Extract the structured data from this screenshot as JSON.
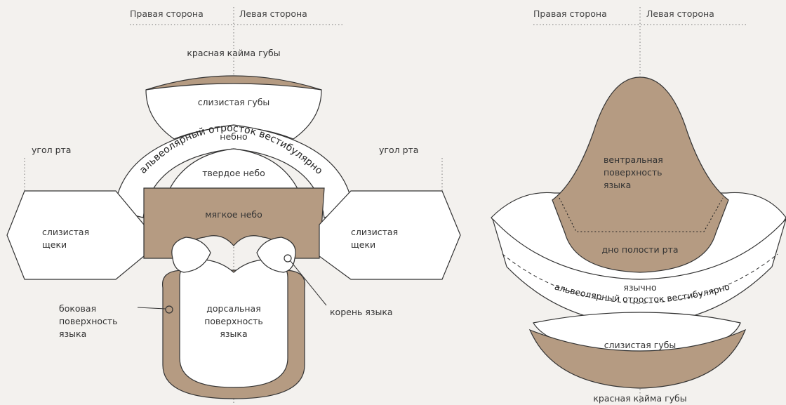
{
  "colors": {
    "brown": "#b59b82",
    "outline": "#333333",
    "background": "#f3f1ee"
  },
  "left_diagram": {
    "header_right": "Правая сторона",
    "header_left": "Левая сторона",
    "red_lip_border": "красная кайма губы",
    "lip_mucosa": "слизистая губы",
    "alveolar_vestibular": "альвеолярный отросток вестибулярно",
    "palate": "небно",
    "hard_palate": "твердое небо",
    "soft_palate": "мягкое небо",
    "mouth_corner_right": "угол рта",
    "mouth_corner_left": "угол рта",
    "cheek_mucosa_right": [
      "слизистая",
      "щеки"
    ],
    "cheek_mucosa_left": [
      "слизистая",
      "щеки"
    ],
    "tongue_dorsal": [
      "дорсальная",
      "поверхность",
      "языка"
    ],
    "tongue_lateral": [
      "боковая",
      "поверхность",
      "языка"
    ],
    "tongue_root": "корень языка"
  },
  "right_diagram": {
    "header_right": "Правая сторона",
    "header_left": "Левая сторона",
    "tongue_ventral": [
      "вентральная",
      "поверхность",
      "языка"
    ],
    "mouth_floor": "дно полости рта",
    "lingual": "язычно",
    "alveolar_vestibular": "альвеолярный отросток вестибулярно",
    "lip_mucosa": "слизистая губы",
    "red_lip_border": "красная кайма губы"
  }
}
